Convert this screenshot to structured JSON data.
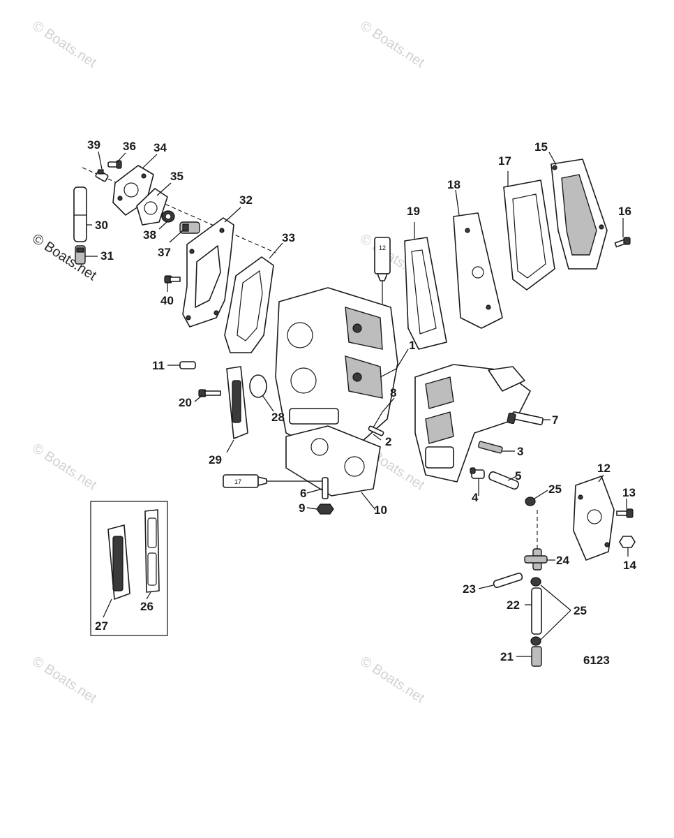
{
  "watermark": "© Boats.net",
  "figure_number": "6123",
  "tube_labels": {
    "sealant_a": "12",
    "sealant_b": "17"
  },
  "callouts": {
    "c1": "1",
    "c2": "2",
    "c3": "3",
    "c4": "4",
    "c5": "5",
    "c6": "6",
    "c7": "7",
    "c8": "8",
    "c9": "9",
    "c10": "10",
    "c11": "11",
    "c12": "12",
    "c13": "13",
    "c14": "14",
    "c15": "15",
    "c16": "16",
    "c17": "17",
    "c18": "18",
    "c19": "19",
    "c20": "20",
    "c21": "21",
    "c22": "22",
    "c23": "23",
    "c24": "24",
    "c25a": "25",
    "c25b": "25",
    "c26": "26",
    "c27": "27",
    "c28": "28",
    "c29": "29",
    "c30": "30",
    "c31": "31",
    "c32": "32",
    "c33": "33",
    "c34": "34",
    "c35": "35",
    "c36": "36",
    "c37": "37",
    "c38": "38",
    "c39": "39",
    "c40": "40"
  }
}
